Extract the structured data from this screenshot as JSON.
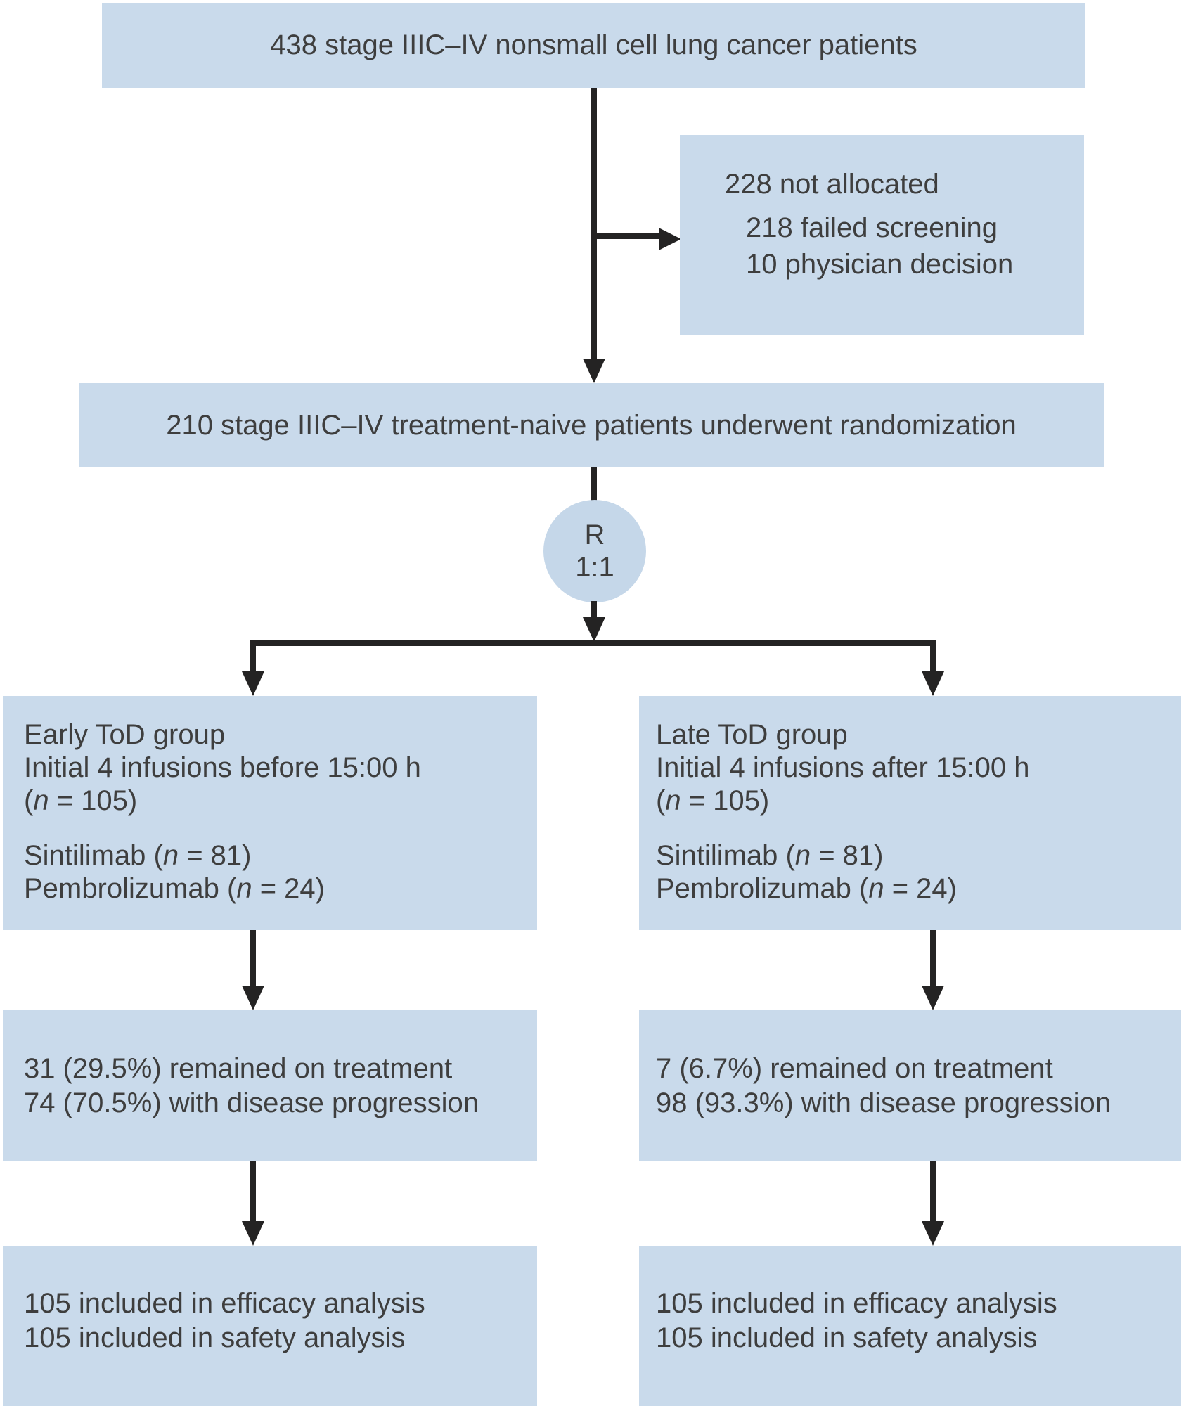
{
  "figure": {
    "screening_box": {
      "text": "438 stage IIIC–IV nonsmall cell lung cancer patients"
    },
    "exclusion_box": {
      "title": "228 not allocated",
      "reasons": [
        "218 failed screening",
        "10 physician decision"
      ]
    },
    "randomization_box": {
      "text": "210 stage IIIC–IV treatment-naive patients underwent randomization"
    },
    "randomization_circle": {
      "label": "R",
      "ratio": "1:1"
    },
    "early_group_box": {
      "header_lines": [
        "Early ToD group",
        "Initial 4 infusions before 15:00 h",
        "(n = 105)"
      ],
      "drug_lines": [
        "Sintilimab (n = 81)",
        "Pembrolizumab (n = 24)"
      ]
    },
    "late_group_box": {
      "header_lines": [
        "Late ToD group",
        "Initial 4 infusions after 15:00 h",
        "(n = 105)"
      ],
      "drug_lines": [
        "Sintilimab (n = 81)",
        "Pembrolizumab (n = 24)"
      ]
    },
    "early_outcome_box": {
      "lines": [
        "31 (29.5%) remained on treatment",
        "74 (70.5%) with disease progression"
      ]
    },
    "late_outcome_box": {
      "lines": [
        "7 (6.7%) remained on treatment",
        "98 (93.3%) with disease progression"
      ]
    },
    "early_analysis_box": {
      "lines": [
        "105 included in efficacy analysis",
        "105 included in safety analysis"
      ]
    },
    "late_analysis_box": {
      "lines": [
        "105 included in efficacy analysis",
        "105 included in safety analysis"
      ]
    }
  },
  "colors": {
    "box_fill": "#c9daeb",
    "circle_fill": "#c5d7e9",
    "arrow": "#242323",
    "text": "#3e3e3e",
    "background": "#ffffff"
  }
}
